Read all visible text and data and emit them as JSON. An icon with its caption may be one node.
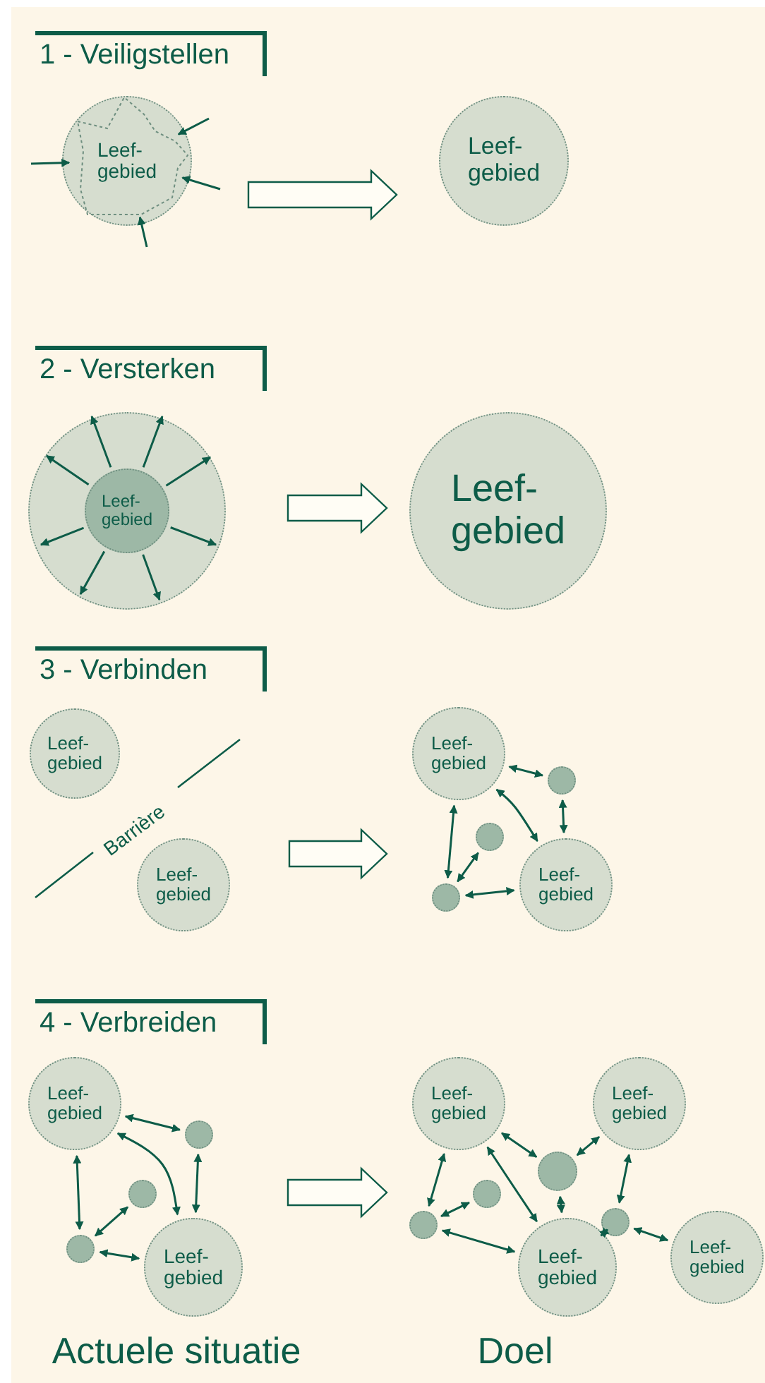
{
  "diagram": {
    "nodes": [
      {
        "text": [
          "Leef- gebied"
        ]
      },
      {
        "text": [
          "Leef- gebied"
        ]
      },
      {
        "text": [],
        "shape": "circle"
      },
      {
        "text": [
          "Leef- gebied"
        ],
        "in": 2
      },
      {
        "text": [
          "Leef- gebied"
        ]
      },
      {
        "text": [
          "Leef- gebied"
        ]
      },
      {
        "text": [
          "Leef- gebied"
        ]
      },
      {
        "text": [
          "Leef- gebied"
        ]
      },
      {
        "text": [],
        "shape": "circle"
      },
      {
        "text": [],
        "shape": "circle"
      },
      {
        "text": [],
        "shape": "circle"
      },
      {
        "text": [
          "Leef- gebied"
        ]
      },
      {
        "text": [
          "Leef- gebied"
        ]
      },
      {
        "text": [],
        "shape": "circle"
      },
      {
        "text": [],
        "shape": "circle"
      },
      {
        "text": [],
        "shape": "circle"
      },
      {
        "text": [
          "Leef- gebied"
        ]
      },
      {
        "text": [
          "Leef- gebied"
        ]
      },
      {
        "text": [
          "Leef- gebied"
        ]
      },
      {
        "text": [],
        "shape": "circle"
      },
      {
        "text": [],
        "shape": "circle"
      },
      {
        "text": [],
        "shape": "circle"
      },
      {
        "text": [
          "Leef- gebied"
        ]
      },
      {
        "text": [],
        "shape": "circle"
      },
      {
        "text": [
          "Leef- gebied"
        ]
      }
    ],
    "edges": [
      {
        "from": 0,
        "to": 1,
        "arrow": "to",
        "style": "thick"
      },
      {
        "from": null,
        "to": 0,
        "arrow": "to"
      },
      {
        "from": null,
        "to": 0,
        "arrow": "to"
      },
      {
        "from": null,
        "to": 0,
        "arrow": "to"
      },
      {
        "from": null,
        "to": 0,
        "arrow": "to"
      },
      {
        "from": 3,
        "to": null,
        "arrow": "to"
      },
      {
        "from": 3,
        "to": null,
        "arrow": "to"
      },
      {
        "from": 3,
        "to": null,
        "arrow": "to"
      },
      {
        "from": 3,
        "to": null,
        "arrow": "to"
      },
      {
        "from": 3,
        "to": null,
        "arrow": "to"
      },
      {
        "from": 3,
        "to": null,
        "arrow": "to"
      },
      {
        "from": 3,
        "to": null,
        "arrow": "to"
      },
      {
        "from": 3,
        "to": null,
        "arrow": "to"
      },
      {
        "from": 2,
        "to": 4,
        "arrow": "to",
        "style": "thick"
      },
      {
        "from": 6,
        "to": 10,
        "arrow": "to",
        "style": "thick"
      },
      {
        "from": 7,
        "to": 8,
        "arrow": "both"
      },
      {
        "from": 8,
        "to": 11,
        "arrow": "both"
      },
      {
        "from": 7,
        "to": 11,
        "arrow": "both"
      },
      {
        "from": 7,
        "to": 10,
        "arrow": "both"
      },
      {
        "from": 9,
        "to": 10,
        "arrow": "both"
      },
      {
        "from": 10,
        "to": 11,
        "arrow": "both"
      },
      {
        "from": 16,
        "to": 21,
        "arrow": "to",
        "style": "thick"
      },
      {
        "from": 12,
        "to": 13,
        "arrow": "both"
      },
      {
        "from": 13,
        "to": 16,
        "arrow": "both"
      },
      {
        "from": 12,
        "to": 16,
        "arrow": "both"
      },
      {
        "from": 12,
        "to": 15,
        "arrow": "both"
      },
      {
        "from": 14,
        "to": 15,
        "arrow": "both"
      },
      {
        "from": 15,
        "to": 16,
        "arrow": "both"
      },
      {
        "from": 17,
        "to": 19,
        "arrow": "both"
      },
      {
        "from": 19,
        "to": 18,
        "arrow": "both"
      },
      {
        "from": 19,
        "to": 22,
        "arrow": "both"
      },
      {
        "from": 17,
        "to": 22,
        "arrow": "both"
      },
      {
        "from": 17,
        "to": 21,
        "arrow": "both"
      },
      {
        "from": 20,
        "to": 21,
        "arrow": "both"
      },
      {
        "from": 21,
        "to": 22,
        "arrow": "both"
      },
      {
        "from": 22,
        "to": 23,
        "arrow": "both"
      },
      {
        "from": 23,
        "to": 18,
        "arrow": "both"
      },
      {
        "from": 23,
        "to": 24,
        "arrow": "both"
      }
    ],
    "labels": [
      "1 - Veiligstellen",
      "2 - Versterken",
      "3 - Verbinden",
      "Barrière",
      "4 - Verbreiden",
      "Actuele situatie",
      "Doel"
    ]
  }
}
